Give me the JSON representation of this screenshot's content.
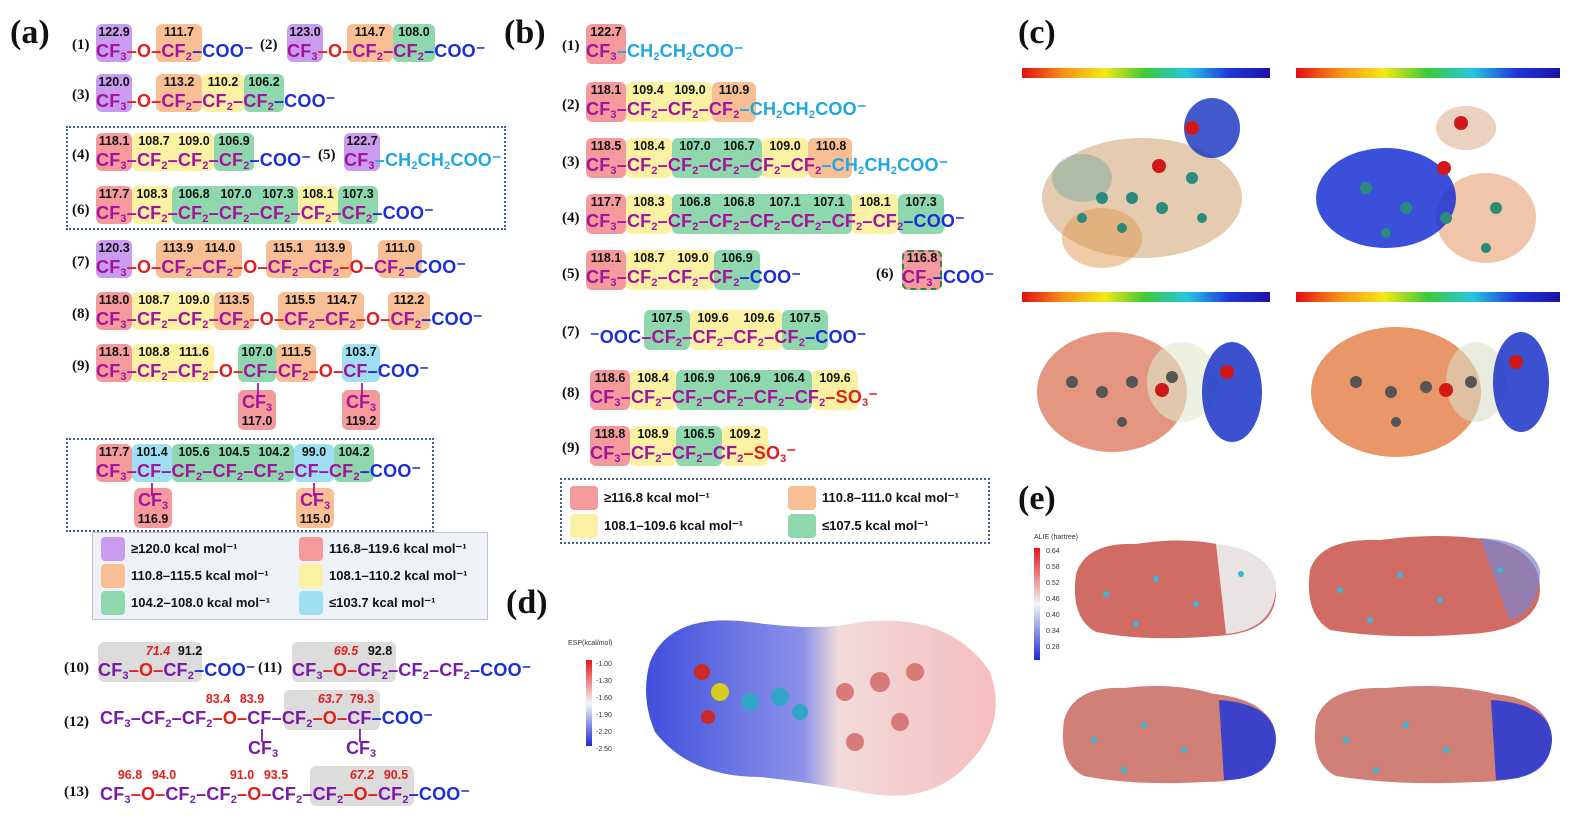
{
  "panel_labels": {
    "a": "(a)",
    "b": "(b)",
    "c": "(c)",
    "d": "(d)",
    "e": "(e)"
  },
  "colors": {
    "purple": "#c99cf0",
    "red": "#f59a9c",
    "orange": "#f8bf95",
    "yellow": "#faf2a2",
    "green": "#8fd8ad",
    "blue": "#9edff2",
    "gray": "#dcdcdc"
  },
  "a": {
    "c1": {
      "num": "(1)",
      "v": [
        "122.9",
        "111.7"
      ]
    },
    "c2": {
      "num": "(2)",
      "v": [
        "123.0",
        "114.7",
        "108.0"
      ]
    },
    "c3": {
      "num": "(3)",
      "v": [
        "120.0",
        "113.2",
        "110.2",
        "106.2"
      ]
    },
    "c4": {
      "num": "(4)",
      "v": [
        "118.1",
        "108.7",
        "109.0",
        "106.9"
      ]
    },
    "c5": {
      "num": "(5)",
      "v": [
        "122.7"
      ]
    },
    "c6": {
      "num": "(6)",
      "v": [
        "117.7",
        "108.3",
        "106.8",
        "107.0",
        "107.3",
        "108.1",
        "107.3"
      ]
    },
    "c7": {
      "num": "(7)",
      "v": [
        "120.3",
        "113.9",
        "114.0",
        "115.1",
        "113.9",
        "111.0"
      ]
    },
    "c8": {
      "num": "(8)",
      "v": [
        "118.0",
        "108.7",
        "109.0",
        "113.5",
        "115.5",
        "114.7",
        "112.2"
      ]
    },
    "c9": {
      "num": "(9)",
      "v": [
        "118.1",
        "108.8",
        "111.6",
        "107.0",
        "111.5",
        "103.7"
      ],
      "branch": [
        "117.0",
        "119.2"
      ]
    },
    "cx": {
      "v": [
        "117.7",
        "101.4",
        "105.6",
        "104.5",
        "104.2",
        "99.0",
        "104.2"
      ],
      "branch": [
        "116.9",
        "115.0"
      ]
    },
    "legend": [
      "≥120.0 kcal mol⁻¹",
      "116.8–119.6 kcal mol⁻¹",
      "110.8–115.5 kcal mol⁻¹",
      "108.1–110.2 kcal mol⁻¹",
      "104.2–108.0 kcal mol⁻¹",
      "≤103.7 kcal mol⁻¹"
    ],
    "c10": {
      "num": "(10)",
      "red": "71.4",
      "black": "91.2"
    },
    "c11": {
      "num": "(11)",
      "red": "69.5",
      "black": "92.8"
    },
    "c12": {
      "num": "(12)",
      "v": [
        "83.4",
        "83.9",
        "63.7",
        "79.3"
      ]
    },
    "c13": {
      "num": "(13)",
      "v": [
        "96.8",
        "94.0",
        "91.0",
        "93.5",
        "67.2",
        "90.5"
      ]
    }
  },
  "b": {
    "c1": {
      "num": "(1)",
      "v": [
        "122.7"
      ]
    },
    "c2": {
      "num": "(2)",
      "v": [
        "118.1",
        "109.4",
        "109.0",
        "110.9"
      ]
    },
    "c3": {
      "num": "(3)",
      "v": [
        "118.5",
        "108.4",
        "107.0",
        "106.7",
        "109.0",
        "110.8"
      ]
    },
    "c4": {
      "num": "(4)",
      "v": [
        "117.7",
        "108.3",
        "106.8",
        "106.8",
        "107.1",
        "107.1",
        "108.1",
        "107.3"
      ]
    },
    "c5": {
      "num": "(5)",
      "v": [
        "118.1",
        "108.7",
        "109.0",
        "106.9"
      ]
    },
    "c6": {
      "num": "(6)",
      "v": [
        "116.8"
      ]
    },
    "c7": {
      "num": "(7)",
      "v": [
        "107.5",
        "109.6",
        "109.6",
        "107.5"
      ]
    },
    "c8": {
      "num": "(8)",
      "v": [
        "118.6",
        "108.4",
        "106.9",
        "106.9",
        "106.4",
        "109.6"
      ]
    },
    "c9": {
      "num": "(9)",
      "v": [
        "118.8",
        "108.9",
        "106.5",
        "109.2"
      ]
    },
    "legend": [
      "≥116.8 kcal mol⁻¹",
      "110.8–111.0 kcal mol⁻¹",
      "108.1–109.6 kcal mol⁻¹",
      "≤107.5 kcal mol⁻¹"
    ]
  },
  "d": {
    "scale_title": "ESP(kcal/mol)",
    "ticks": [
      "-1.00",
      "-1.30",
      "-1.60",
      "-1.90",
      "-2.20",
      "-2.50"
    ]
  },
  "e": {
    "scale_title": "ALIE (hartree)",
    "ticks": [
      "0.64",
      "0.58",
      "0.52",
      "0.46",
      "0.40",
      "0.34",
      "0.28"
    ]
  }
}
